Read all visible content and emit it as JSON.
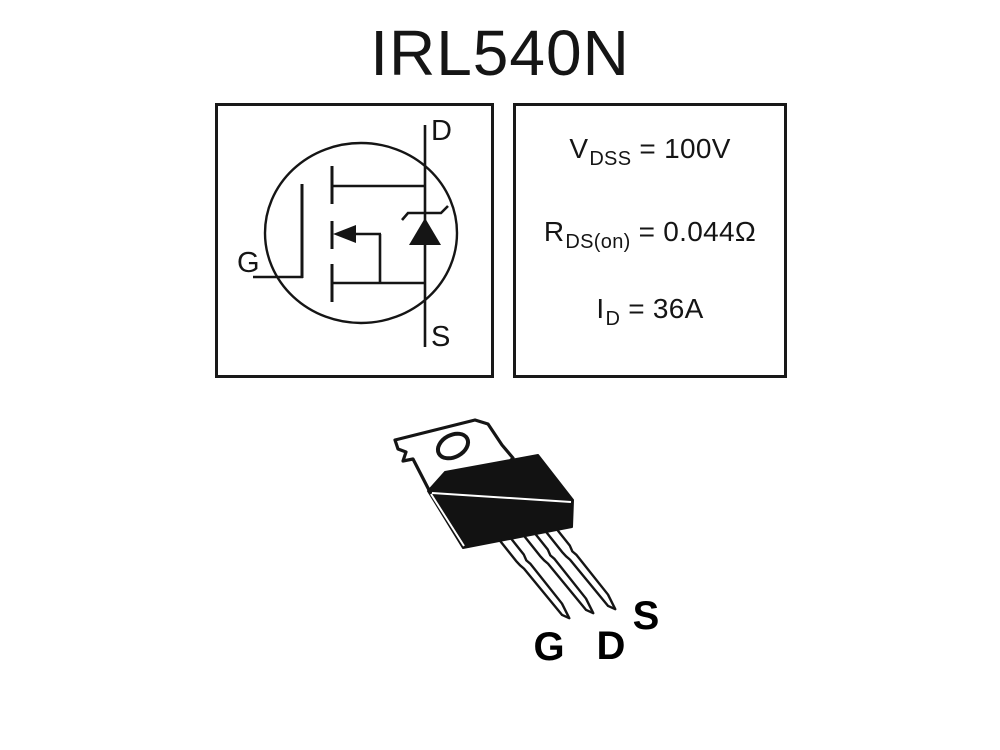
{
  "title": "IRL540N",
  "symbol_panel": {
    "drain_label": "D",
    "source_label": "S",
    "gate_label": "G"
  },
  "specs_panel": {
    "rows": [
      {
        "symbol": "V",
        "subscript": "DSS",
        "value": "= 100V"
      },
      {
        "symbol": "R",
        "subscript": "DS(on)",
        "value": "= 0.044Ω"
      },
      {
        "symbol": "I",
        "subscript": "D",
        "value": "= 36A"
      }
    ]
  },
  "package_panel": {
    "gate_label": "G",
    "drain_label": "D",
    "source_label": "S"
  },
  "colors": {
    "ink": "#151515",
    "background": "#ffffff"
  }
}
